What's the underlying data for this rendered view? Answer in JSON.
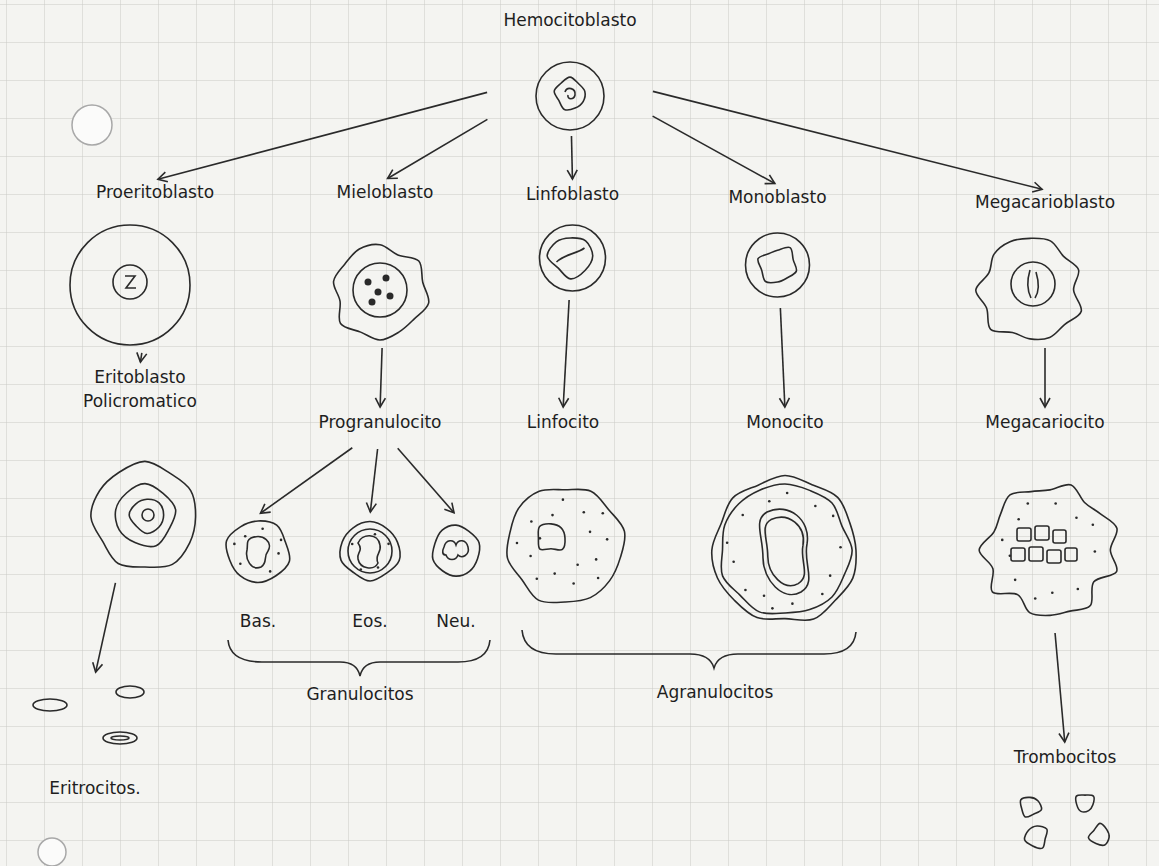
{
  "diagram": {
    "nodes": [
      {
        "text": [
          "Hemocitoblasto"
        ]
      },
      {
        "text": [
          "Proeritoblasto"
        ]
      },
      {
        "text": [
          "Mieloblasto"
        ]
      },
      {
        "text": [
          "Linfoblasto"
        ]
      },
      {
        "text": [
          "Monoblasto"
        ]
      },
      {
        "text": [
          "Megacarioblasto"
        ]
      },
      {
        "text": [
          "Eritoblasto Policromatico"
        ]
      },
      {
        "text": [
          "Progranulocito"
        ]
      },
      {
        "text": [
          "Linfocito"
        ]
      },
      {
        "text": [
          "Monocito"
        ]
      },
      {
        "text": [
          "Megacariocito"
        ]
      },
      {
        "text": [
          "Bas."
        ]
      },
      {
        "text": [
          "Eos."
        ]
      },
      {
        "text": [
          "Neu."
        ]
      },
      {
        "text": [
          "Eritrocitos."
        ]
      },
      {
        "text": [
          "Trombocitos"
        ]
      }
    ],
    "edges": [
      {
        "from": 0,
        "to": 1,
        "arrow": "to"
      },
      {
        "from": 0,
        "to": 2,
        "arrow": "to"
      },
      {
        "from": 0,
        "to": 3,
        "arrow": "to"
      },
      {
        "from": 0,
        "to": 4,
        "arrow": "to"
      },
      {
        "from": 0,
        "to": 5,
        "arrow": "to"
      },
      {
        "from": 1,
        "to": 6,
        "arrow": "to"
      },
      {
        "from": 2,
        "to": 7,
        "arrow": "to"
      },
      {
        "from": 3,
        "to": 8,
        "arrow": "to"
      },
      {
        "from": 4,
        "to": 9,
        "arrow": "to"
      },
      {
        "from": 5,
        "to": 10,
        "arrow": "to"
      },
      {
        "from": 7,
        "to": 11,
        "arrow": "to"
      },
      {
        "from": 7,
        "to": 12,
        "arrow": "to"
      },
      {
        "from": 7,
        "to": 13,
        "arrow": "to"
      },
      {
        "from": 6,
        "to": 14,
        "arrow": "to"
      },
      {
        "from": 10,
        "to": 15,
        "arrow": "to"
      }
    ],
    "labels": [
      "Granulocitos",
      "Agranulocitos"
    ]
  }
}
